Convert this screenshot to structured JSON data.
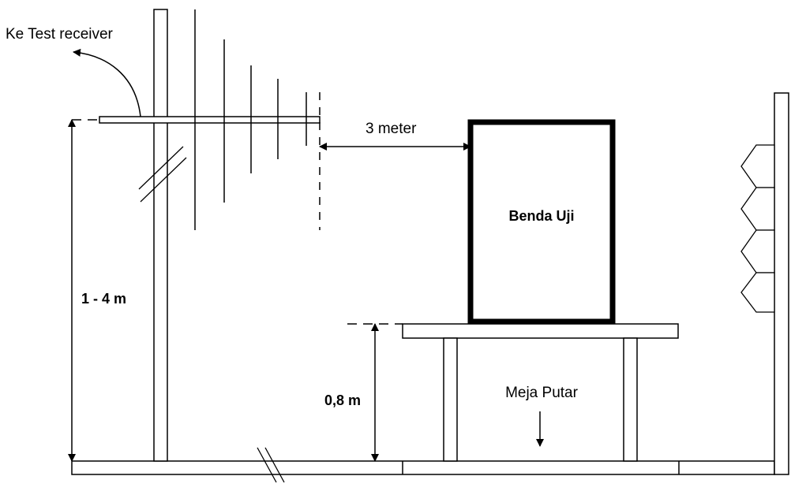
{
  "labels": {
    "receiver": "Ke Test receiver",
    "distance": "3 meter",
    "eut": "Benda Uji",
    "antenna_height": "1 - 4 m",
    "table_height": "0,8 m",
    "turntable": "Meja Putar"
  }
}
